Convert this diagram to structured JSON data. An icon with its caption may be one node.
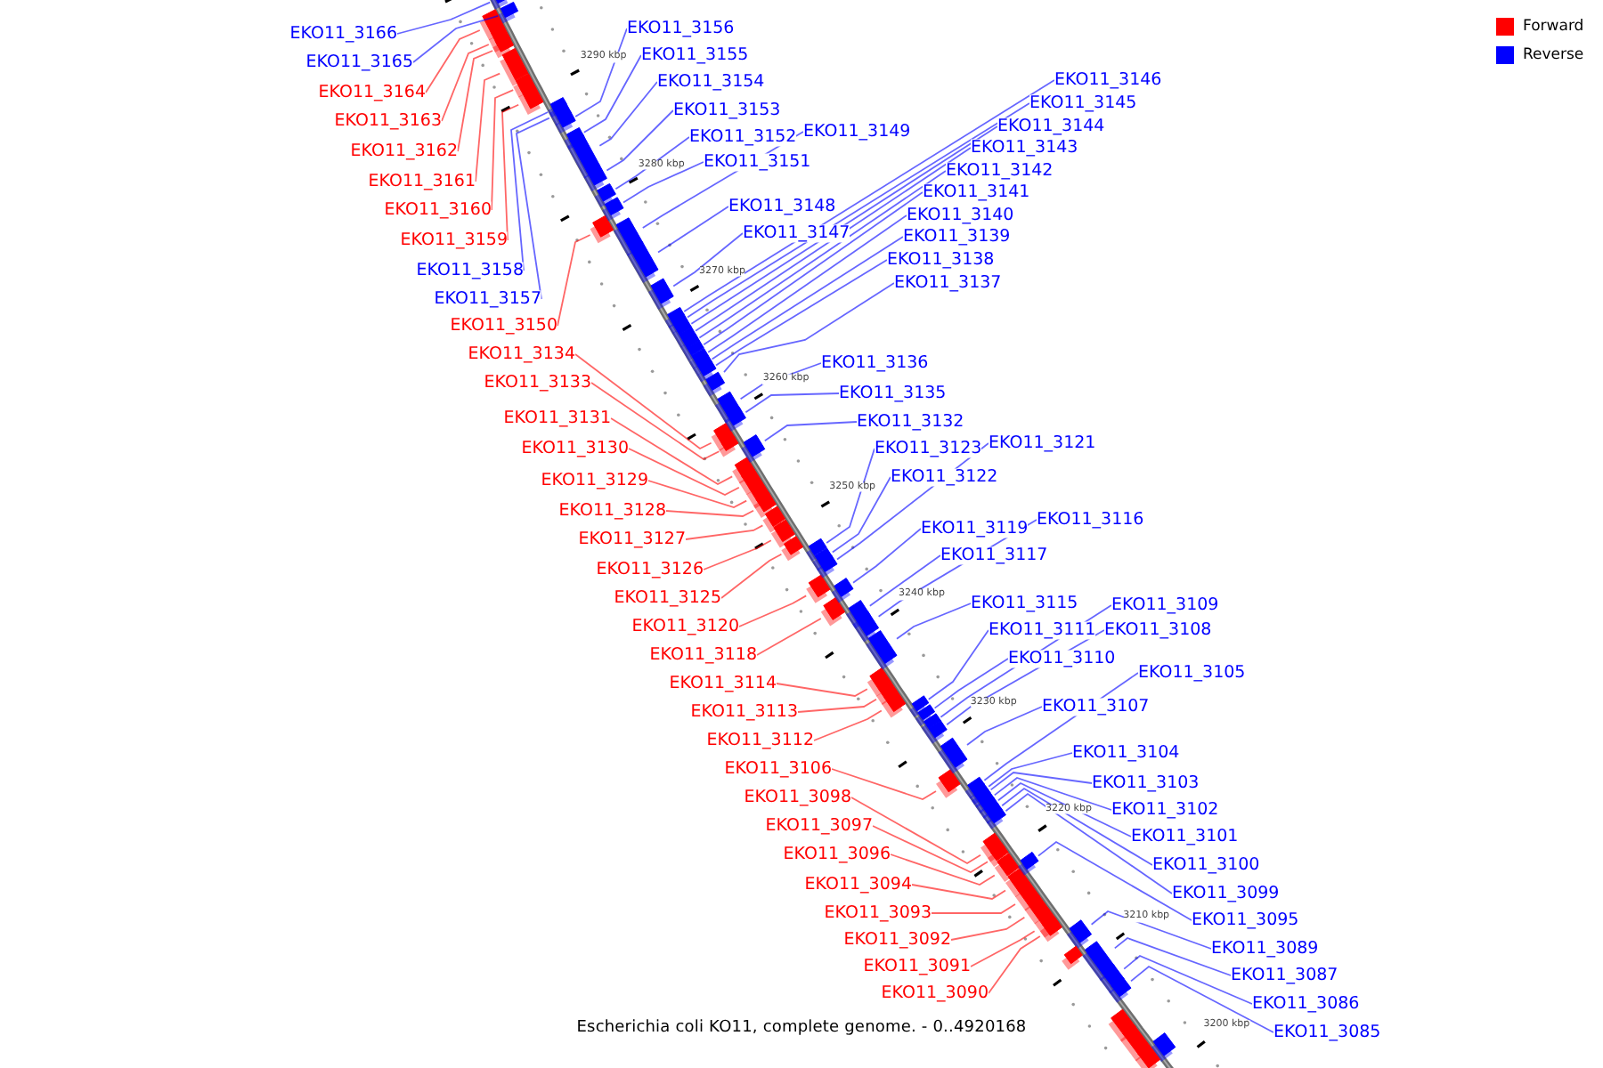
{
  "diagram": {
    "caption": "Escherichia coli KO11, complete genome. - 0..4920168",
    "nodes": [
      {
        "text": [
          "EKO11_3166"
        ]
      },
      {
        "text": [
          "EKO11_3165"
        ]
      },
      {
        "text": [
          "EKO11_3164"
        ]
      },
      {
        "text": [
          "EKO11_3163"
        ]
      },
      {
        "text": [
          "EKO11_3162"
        ]
      },
      {
        "text": [
          "EKO11_3161"
        ]
      },
      {
        "text": [
          "EKO11_3160"
        ]
      },
      {
        "text": [
          "EKO11_3159"
        ]
      },
      {
        "text": [
          "EKO11_3158"
        ]
      },
      {
        "text": [
          "EKO11_3157"
        ]
      },
      {
        "text": [
          "EKO11_3150"
        ]
      },
      {
        "text": [
          "EKO11_3134"
        ]
      },
      {
        "text": [
          "EKO11_3133"
        ]
      },
      {
        "text": [
          "EKO11_3131"
        ]
      },
      {
        "text": [
          "EKO11_3130"
        ]
      },
      {
        "text": [
          "EKO11_3129"
        ]
      },
      {
        "text": [
          "EKO11_3128"
        ]
      },
      {
        "text": [
          "EKO11_3127"
        ]
      },
      {
        "text": [
          "EKO11_3126"
        ]
      },
      {
        "text": [
          "EKO11_3125"
        ]
      },
      {
        "text": [
          "EKO11_3120"
        ]
      },
      {
        "text": [
          "EKO11_3118"
        ]
      },
      {
        "text": [
          "EKO11_3114"
        ]
      },
      {
        "text": [
          "EKO11_3113"
        ]
      },
      {
        "text": [
          "EKO11_3112"
        ]
      },
      {
        "text": [
          "EKO11_3106"
        ]
      },
      {
        "text": [
          "EKO11_3098"
        ]
      },
      {
        "text": [
          "EKO11_3097"
        ]
      },
      {
        "text": [
          "EKO11_3096"
        ]
      },
      {
        "text": [
          "EKO11_3094"
        ]
      },
      {
        "text": [
          "EKO11_3093"
        ]
      },
      {
        "text": [
          "EKO11_3092"
        ]
      },
      {
        "text": [
          "EKO11_3091"
        ]
      },
      {
        "text": [
          "EKO11_3090"
        ]
      },
      {
        "text": [
          "EKO11_3156"
        ]
      },
      {
        "text": [
          "EKO11_3155"
        ]
      },
      {
        "text": [
          "EKO11_3154"
        ]
      },
      {
        "text": [
          "EKO11_3153"
        ]
      },
      {
        "text": [
          "EKO11_3152"
        ]
      },
      {
        "text": [
          "EKO11_3149"
        ]
      },
      {
        "text": [
          "EKO11_3151"
        ]
      },
      {
        "text": [
          "EKO11_3148"
        ]
      },
      {
        "text": [
          "EKO11_3147"
        ]
      },
      {
        "text": [
          "EKO11_3146"
        ]
      },
      {
        "text": [
          "EKO11_3145"
        ]
      },
      {
        "text": [
          "EKO11_3144"
        ]
      },
      {
        "text": [
          "EKO11_3143"
        ]
      },
      {
        "text": [
          "EKO11_3142"
        ]
      },
      {
        "text": [
          "EKO11_3141"
        ]
      },
      {
        "text": [
          "EKO11_3140"
        ]
      },
      {
        "text": [
          "EKO11_3139"
        ]
      },
      {
        "text": [
          "EKO11_3138"
        ]
      },
      {
        "text": [
          "EKO11_3137"
        ]
      },
      {
        "text": [
          "EKO11_3136"
        ]
      },
      {
        "text": [
          "EKO11_3135"
        ]
      },
      {
        "text": [
          "EKO11_3132"
        ]
      },
      {
        "text": [
          "EKO11_3123"
        ]
      },
      {
        "text": [
          "EKO11_3121"
        ]
      },
      {
        "text": [
          "EKO11_3122"
        ]
      },
      {
        "text": [
          "EKO11_3119"
        ]
      },
      {
        "text": [
          "EKO11_3116"
        ]
      },
      {
        "text": [
          "EKO11_3117"
        ]
      },
      {
        "text": [
          "EKO11_3115"
        ]
      },
      {
        "text": [
          "EKO11_3111"
        ]
      },
      {
        "text": [
          "EKO11_3109"
        ]
      },
      {
        "text": [
          "EKO11_3108"
        ]
      },
      {
        "text": [
          "EKO11_3110"
        ]
      },
      {
        "text": [
          "EKO11_3105"
        ]
      },
      {
        "text": [
          "EKO11_3107"
        ]
      },
      {
        "text": [
          "EKO11_3104"
        ]
      },
      {
        "text": [
          "EKO11_3103"
        ]
      },
      {
        "text": [
          "EKO11_3102"
        ]
      },
      {
        "text": [
          "EKO11_3101"
        ]
      },
      {
        "text": [
          "EKO11_3100"
        ]
      },
      {
        "text": [
          "EKO11_3099"
        ]
      },
      {
        "text": [
          "EKO11_3095"
        ]
      },
      {
        "text": [
          "EKO11_3089"
        ]
      },
      {
        "text": [
          "EKO11_3087"
        ]
      },
      {
        "text": [
          "EKO11_3086"
        ]
      },
      {
        "text": [
          "EKO11_3085"
        ]
      },
      {
        "text": [],
        "shape": "box"
      },
      {
        "text": [],
        "shape": "box"
      },
      {
        "text": [],
        "shape": "box"
      },
      {
        "text": [],
        "shape": "box"
      },
      {
        "text": [],
        "shape": "box"
      },
      {
        "text": [],
        "shape": "box"
      },
      {
        "text": [],
        "shape": "box"
      },
      {
        "text": [],
        "shape": "box"
      },
      {
        "text": [],
        "shape": "box"
      },
      {
        "text": [],
        "shape": "box"
      },
      {
        "text": [],
        "shape": "box"
      },
      {
        "text": [],
        "shape": "box"
      },
      {
        "text": [],
        "shape": "box"
      },
      {
        "text": [],
        "shape": "box"
      },
      {
        "text": [],
        "shape": "box"
      },
      {
        "text": [],
        "shape": "box"
      },
      {
        "text": [],
        "shape": "box"
      },
      {
        "text": [],
        "shape": "box"
      },
      {
        "text": [],
        "shape": "box"
      },
      {
        "text": [],
        "shape": "box"
      },
      {
        "text": [],
        "shape": "box"
      },
      {
        "text": [],
        "shape": "box"
      },
      {
        "text": [],
        "shape": "box"
      },
      {
        "text": [],
        "shape": "box"
      },
      {
        "text": [],
        "shape": "box"
      },
      {
        "text": [],
        "shape": "box"
      },
      {
        "text": [],
        "shape": "box"
      },
      {
        "text": [],
        "shape": "box"
      },
      {
        "text": [],
        "shape": "box"
      },
      {
        "text": [],
        "shape": "box"
      },
      {
        "text": [],
        "shape": "box"
      },
      {
        "text": [],
        "shape": "box"
      },
      {
        "text": [],
        "shape": "box"
      },
      {
        "text": [],
        "shape": "box"
      },
      {
        "text": [],
        "shape": "box"
      },
      {
        "text": [],
        "shape": "box"
      },
      {
        "text": [],
        "shape": "box"
      },
      {
        "text": [],
        "shape": "box"
      },
      {
        "text": [],
        "shape": "box"
      },
      {
        "text": [],
        "shape": "box"
      },
      {
        "text": [],
        "shape": "box"
      },
      {
        "text": [],
        "shape": "box"
      },
      {
        "text": [],
        "shape": "box"
      },
      {
        "text": [],
        "shape": "box"
      },
      {
        "text": [],
        "shape": "box"
      },
      {
        "text": [],
        "shape": "box"
      },
      {
        "text": [],
        "shape": "box"
      },
      {
        "text": [],
        "shape": "box"
      },
      {
        "text": [],
        "shape": "box"
      },
      {
        "text": [],
        "shape": "box"
      },
      {
        "text": [],
        "shape": "box"
      },
      {
        "text": [],
        "shape": "box"
      },
      {
        "text": [],
        "shape": "box"
      },
      {
        "text": [],
        "shape": "box"
      },
      {
        "text": [],
        "shape": "box"
      },
      {
        "text": [],
        "shape": "box"
      },
      {
        "text": [],
        "shape": "box"
      },
      {
        "text": [],
        "shape": "box"
      },
      {
        "text": [],
        "shape": "box"
      },
      {
        "text": [],
        "shape": "box"
      },
      {
        "text": [],
        "shape": "box"
      },
      {
        "text": [],
        "shape": "box"
      },
      {
        "text": [],
        "shape": "box"
      },
      {
        "text": [],
        "shape": "box"
      },
      {
        "text": [],
        "shape": "box"
      },
      {
        "text": [],
        "shape": "box"
      },
      {
        "text": [],
        "shape": "box"
      },
      {
        "text": [],
        "shape": "box"
      },
      {
        "text": [],
        "shape": "box"
      },
      {
        "text": [],
        "shape": "box"
      },
      {
        "text": [],
        "shape": "box"
      },
      {
        "text": [],
        "shape": "box"
      },
      {
        "text": [],
        "shape": "box"
      },
      {
        "text": [],
        "shape": "box"
      },
      {
        "text": [],
        "shape": "box"
      },
      {
        "text": [],
        "shape": "box"
      },
      {
        "text": [],
        "shape": "box"
      },
      {
        "text": [],
        "shape": "box"
      },
      {
        "text": [],
        "shape": "box"
      },
      {
        "text": [],
        "shape": "box"
      },
      {
        "text": [],
        "shape": "box"
      },
      {
        "text": [],
        "shape": "box"
      },
      {
        "text": [],
        "shape": "box"
      },
      {
        "text": [],
        "shape": "box"
      },
      {
        "text": [],
        "shape": "box"
      }
    ],
    "edges": [
      {
        "from": 0,
        "to": 80,
        "arrow": "none"
      },
      {
        "from": 1,
        "to": 81,
        "arrow": "none"
      },
      {
        "from": 2,
        "to": 82,
        "arrow": "none",
        "color": "#ff0000"
      },
      {
        "from": 3,
        "to": 83,
        "arrow": "none",
        "color": "#ff0000"
      },
      {
        "from": 4,
        "to": 84,
        "arrow": "none",
        "color": "#ff0000"
      },
      {
        "from": 5,
        "to": 85,
        "arrow": "none",
        "color": "#ff0000"
      },
      {
        "from": 6,
        "to": 86,
        "arrow": "none",
        "color": "#ff0000"
      },
      {
        "from": 7,
        "to": 87,
        "arrow": "none",
        "color": "#ff0000"
      },
      {
        "from": 8,
        "to": 88,
        "arrow": "none"
      },
      {
        "from": 9,
        "to": 89,
        "arrow": "none"
      },
      {
        "from": 10,
        "to": 90,
        "arrow": "none",
        "color": "#ff0000"
      },
      {
        "from": 11,
        "to": 91,
        "arrow": "none",
        "color": "#ff0000"
      },
      {
        "from": 12,
        "to": 92,
        "arrow": "none",
        "color": "#ff0000"
      },
      {
        "from": 13,
        "to": 93,
        "arrow": "none",
        "color": "#ff0000"
      },
      {
        "from": 14,
        "to": 94,
        "arrow": "none",
        "color": "#ff0000"
      },
      {
        "from": 15,
        "to": 95,
        "arrow": "none",
        "color": "#ff0000"
      },
      {
        "from": 16,
        "to": 96,
        "arrow": "none",
        "color": "#ff0000"
      },
      {
        "from": 17,
        "to": 97,
        "arrow": "none",
        "color": "#ff0000"
      },
      {
        "from": 18,
        "to": 98,
        "arrow": "none",
        "color": "#ff0000"
      },
      {
        "from": 19,
        "to": 99,
        "arrow": "none",
        "color": "#ff0000"
      },
      {
        "from": 20,
        "to": 100,
        "arrow": "none",
        "color": "#ff0000"
      },
      {
        "from": 21,
        "to": 101,
        "arrow": "none",
        "color": "#ff0000"
      },
      {
        "from": 22,
        "to": 102,
        "arrow": "none",
        "color": "#ff0000"
      },
      {
        "from": 23,
        "to": 103,
        "arrow": "none",
        "color": "#ff0000"
      },
      {
        "from": 24,
        "to": 104,
        "arrow": "none",
        "color": "#ff0000"
      },
      {
        "from": 25,
        "to": 105,
        "arrow": "none",
        "color": "#ff0000"
      },
      {
        "from": 26,
        "to": 106,
        "arrow": "none",
        "color": "#ff0000"
      },
      {
        "from": 27,
        "to": 107,
        "arrow": "none",
        "color": "#ff0000"
      },
      {
        "from": 28,
        "to": 108,
        "arrow": "none",
        "color": "#ff0000"
      },
      {
        "from": 29,
        "to": 109,
        "arrow": "none",
        "color": "#ff0000"
      },
      {
        "from": 30,
        "to": 110,
        "arrow": "none",
        "color": "#ff0000"
      },
      {
        "from": 31,
        "to": 111,
        "arrow": "none",
        "color": "#ff0000"
      },
      {
        "from": 32,
        "to": 112,
        "arrow": "none",
        "color": "#ff0000"
      },
      {
        "from": 33,
        "to": 113,
        "arrow": "none",
        "color": "#ff0000"
      },
      {
        "from": 34,
        "to": 114,
        "arrow": "none"
      },
      {
        "from": 35,
        "to": 115,
        "arrow": "none"
      },
      {
        "from": 36,
        "to": 116,
        "arrow": "none"
      },
      {
        "from": 37,
        "to": 117,
        "arrow": "none"
      },
      {
        "from": 38,
        "to": 118,
        "arrow": "none"
      },
      {
        "from": 39,
        "to": 119,
        "arrow": "none"
      },
      {
        "from": 40,
        "to": 120,
        "arrow": "none"
      },
      {
        "from": 41,
        "to": 121,
        "arrow": "none"
      },
      {
        "from": 42,
        "to": 122,
        "arrow": "none"
      },
      {
        "from": 43,
        "to": 123,
        "arrow": "none"
      },
      {
        "from": 44,
        "to": 124,
        "arrow": "none"
      },
      {
        "from": 45,
        "to": 125,
        "arrow": "none"
      },
      {
        "from": 46,
        "to": 126,
        "arrow": "none"
      },
      {
        "from": 47,
        "to": 127,
        "arrow": "none"
      },
      {
        "from": 48,
        "to": 128,
        "arrow": "none"
      },
      {
        "from": 49,
        "to": 129,
        "arrow": "none"
      },
      {
        "from": 50,
        "to": 130,
        "arrow": "none"
      },
      {
        "from": 51,
        "to": 131,
        "arrow": "none"
      },
      {
        "from": 52,
        "to": 132,
        "arrow": "none"
      },
      {
        "from": 53,
        "to": 133,
        "arrow": "none"
      },
      {
        "from": 54,
        "to": 134,
        "arrow": "none"
      },
      {
        "from": 55,
        "to": 135,
        "arrow": "none"
      },
      {
        "from": 56,
        "to": 136,
        "arrow": "none"
      },
      {
        "from": 57,
        "to": 137,
        "arrow": "none"
      },
      {
        "from": 58,
        "to": 138,
        "arrow": "none"
      },
      {
        "from": 59,
        "to": 139,
        "arrow": "none"
      },
      {
        "from": 60,
        "to": 140,
        "arrow": "none"
      },
      {
        "from": 61,
        "to": 141,
        "arrow": "none"
      },
      {
        "from": 62,
        "to": 142,
        "arrow": "none"
      },
      {
        "from": 63,
        "to": 143,
        "arrow": "none"
      },
      {
        "from": 64,
        "to": 144,
        "arrow": "none"
      },
      {
        "from": 65,
        "to": 145,
        "arrow": "none"
      },
      {
        "from": 66,
        "to": 146,
        "arrow": "none"
      },
      {
        "from": 67,
        "to": 147,
        "arrow": "none"
      },
      {
        "from": 68,
        "to": 148,
        "arrow": "none"
      },
      {
        "from": 69,
        "to": 149,
        "arrow": "none"
      },
      {
        "from": 70,
        "to": 150,
        "arrow": "none"
      },
      {
        "from": 71,
        "to": 151,
        "arrow": "none"
      },
      {
        "from": 72,
        "to": 152,
        "arrow": "none"
      },
      {
        "from": 73,
        "to": 153,
        "arrow": "none"
      },
      {
        "from": 74,
        "to": 154,
        "arrow": "none"
      },
      {
        "from": 75,
        "to": 155,
        "arrow": "none"
      },
      {
        "from": 76,
        "to": 156,
        "arrow": "none"
      },
      {
        "from": 77,
        "to": 157,
        "arrow": "none"
      },
      {
        "from": 78,
        "to": 158,
        "arrow": "none"
      },
      {
        "from": 79,
        "to": 159,
        "arrow": "none"
      }
    ],
    "labels": [
      "3290 kbp",
      "3280 kbp",
      "3270 kbp",
      "3260 kbp",
      "3250 kbp",
      "3240 kbp",
      "3230 kbp",
      "3220 kbp",
      "3210 kbp",
      "3200 kbp"
    ],
    "legend": [
      {
        "text": "Forward",
        "color": "#ff0000"
      },
      {
        "text": "Reverse",
        "color": "#0000ff"
      }
    ]
  }
}
